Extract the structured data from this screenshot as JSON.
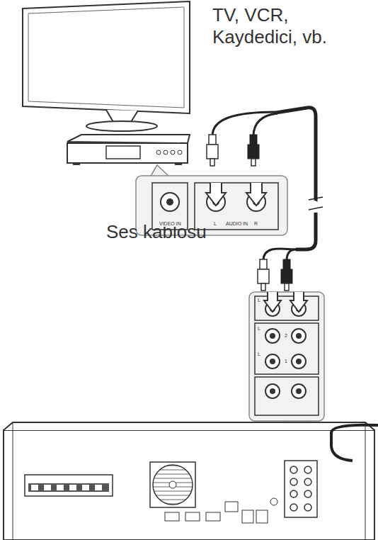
{
  "diagram": {
    "labels": [
      "TV, VCR, Kaydedici, vb.",
      "Ses kablosu",
      "VIDEO IN",
      "L",
      "AUDIO IN",
      "R",
      "L",
      "L",
      "2",
      "L",
      "1"
    ]
  }
}
